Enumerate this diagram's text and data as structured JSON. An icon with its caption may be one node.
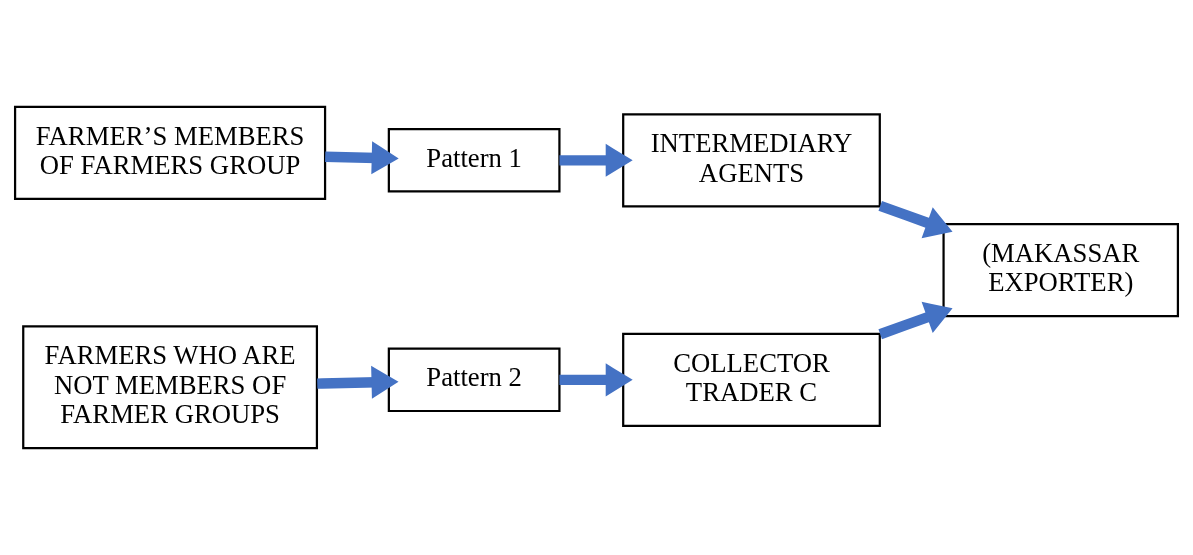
{
  "diagram": {
    "nodes": [
      {
        "text": [
          "FARMER’S MEMBERS OF FARMERS GROUP"
        ]
      },
      {
        "text": [
          "Pattern 1"
        ]
      },
      {
        "text": [
          "INTERMEDIARY AGENTS"
        ]
      },
      {
        "text": [
          "(MAKASSAR EXPORTER)"
        ]
      },
      {
        "text": [
          "FARMERS WHO ARE NOT MEMBERS OF FARMER GROUPS"
        ]
      },
      {
        "text": [
          "Pattern 2"
        ]
      },
      {
        "text": [
          "COLLECTOR TRADER C"
        ]
      }
    ],
    "edges": [
      {
        "from": 0,
        "to": 1,
        "arrow": "to"
      },
      {
        "from": 1,
        "to": 2,
        "arrow": "to"
      },
      {
        "from": 2,
        "to": 3,
        "arrow": "to"
      },
      {
        "from": 4,
        "to": 5,
        "arrow": "to"
      },
      {
        "from": 5,
        "to": 6,
        "arrow": "to"
      },
      {
        "from": 6,
        "to": 3,
        "arrow": "to"
      }
    ]
  }
}
